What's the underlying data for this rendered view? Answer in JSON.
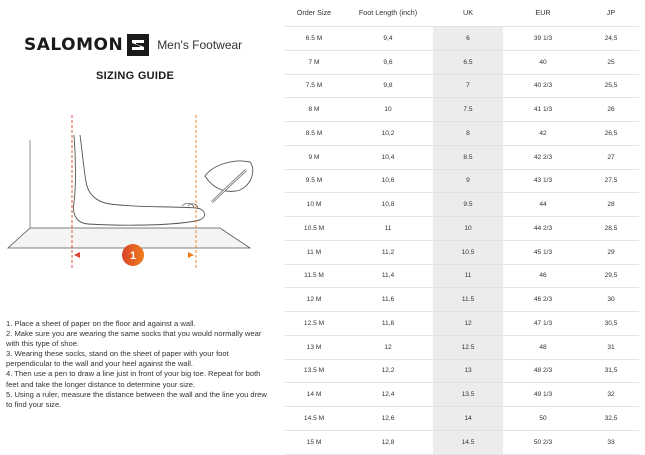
{
  "brand": {
    "wordmark": "SALOMON",
    "subtitle": "Men's Footwear"
  },
  "guide_title": "SIZING GUIDE",
  "illustration": {
    "marker": "1"
  },
  "steps": [
    "1. Place a sheet of paper on the floor and against a wall.",
    "2. Make sure you are wearing the same socks that you would normally wear with this type of shoe.",
    "3. Wearing these socks, stand on the sheet of paper with your foot perpendicular to the wall and your heel against the wall.",
    "4. Then use a pen to draw a line just in front of your big toe. Repeat for both feet and take the longer distance to determine your size.",
    "5. Using a ruler, measure the distance between the wall and the line you drew to find your size."
  ],
  "table": {
    "headers": [
      "Order Size",
      "Foot Length (inch)",
      "UK",
      "EUR",
      "JP"
    ],
    "rows": [
      [
        "6.5 M",
        "9,4",
        "6",
        "39 1/3",
        "24,5"
      ],
      [
        "7 M",
        "9,6",
        "6.5",
        "40",
        "25"
      ],
      [
        "7.5 M",
        "9,8",
        "7",
        "40 2/3",
        "25,5"
      ],
      [
        "8 M",
        "10",
        "7.5",
        "41 1/3",
        "26"
      ],
      [
        "8.5 M",
        "10,2",
        "8",
        "42",
        "26,5"
      ],
      [
        "9 M",
        "10,4",
        "8.5",
        "42 2/3",
        "27"
      ],
      [
        "9.5 M",
        "10,6",
        "9",
        "43 1/3",
        "27,5"
      ],
      [
        "10 M",
        "10,8",
        "9.5",
        "44",
        "28"
      ],
      [
        "10.5 M",
        "11",
        "10",
        "44 2/3",
        "28,5"
      ],
      [
        "11 M",
        "11,2",
        "10.5",
        "45 1/3",
        "29"
      ],
      [
        "11.5 M",
        "11,4",
        "11",
        "46",
        "29,5"
      ],
      [
        "12 M",
        "11,6",
        "11.5",
        "46 2/3",
        "30"
      ],
      [
        "12.5 M",
        "11,8",
        "12",
        "47 1/3",
        "30,5"
      ],
      [
        "13 M",
        "12",
        "12.5",
        "48",
        "31"
      ],
      [
        "13.5 M",
        "12,2",
        "13",
        "48 2/3",
        "31,5"
      ],
      [
        "14 M",
        "12,4",
        "13.5",
        "49 1/3",
        "32"
      ],
      [
        "14.5 M",
        "12,6",
        "14",
        "50",
        "32,5"
      ],
      [
        "15 M",
        "12,8",
        "14.5",
        "50 2/3",
        "33"
      ]
    ]
  },
  "colors": {
    "uk_column": "#ececec",
    "accent_orange": "#f07d1d",
    "accent_red": "#d9442b"
  }
}
